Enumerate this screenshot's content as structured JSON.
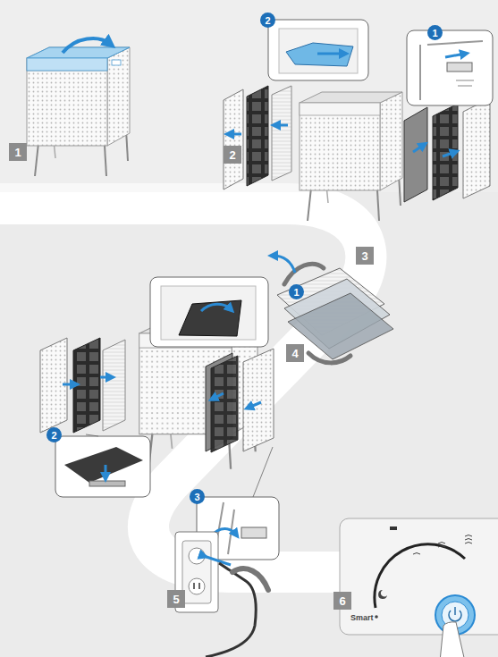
{
  "diagram": {
    "nodes": [
      {
        "text": [
          "1"
        ]
      },
      {
        "text": [
          "2"
        ]
      },
      {
        "text": [
          "2"
        ]
      },
      {
        "text": [
          "1"
        ]
      },
      {
        "text": [
          "3"
        ]
      },
      {
        "text": [
          "1"
        ]
      },
      {
        "text": [
          "4"
        ]
      },
      {
        "text": [
          "2"
        ]
      },
      {
        "text": [
          "3"
        ]
      },
      {
        "text": [
          "5"
        ]
      },
      {
        "text": [
          "6"
        ]
      }
    ],
    "labels": [
      "Smart"
    ]
  }
}
